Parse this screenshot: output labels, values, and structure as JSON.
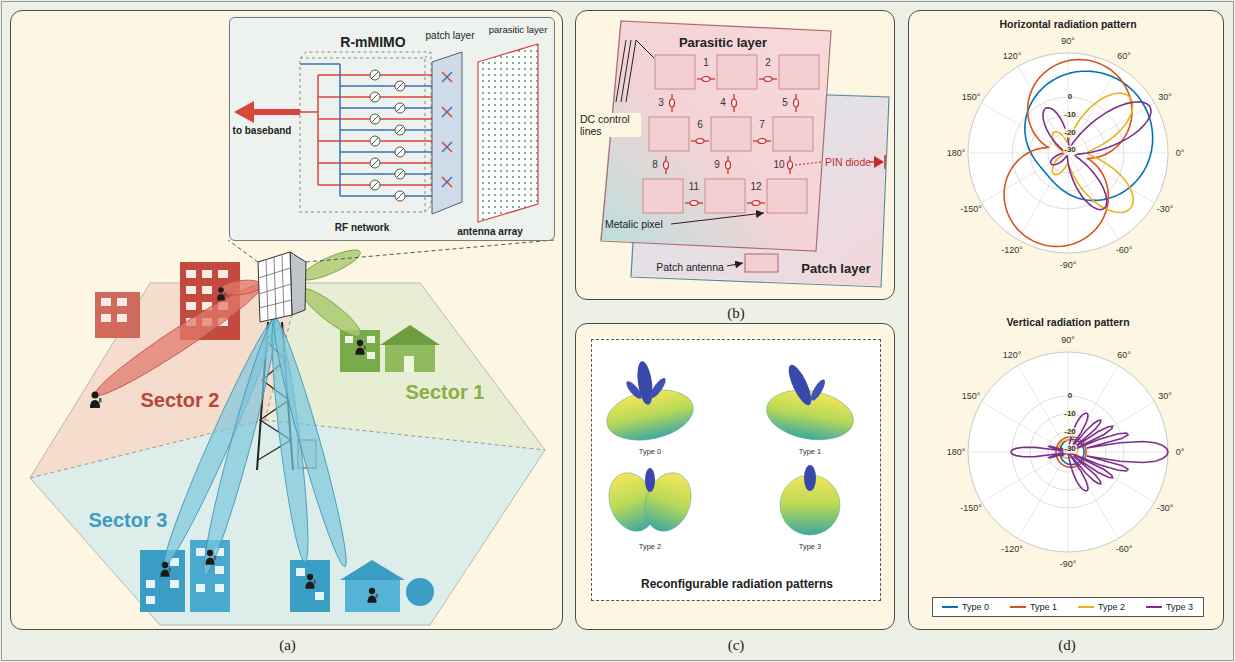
{
  "diagram": {
    "nodes": [
      {
        "text": [
          "(a)"
        ]
      },
      {
        "text": [
          "R-mMIMO"
        ],
        "in": 0
      },
      {
        "text": [
          "(b)"
        ]
      },
      {
        "text": [
          "Parasitic layer"
        ],
        "in": 2
      },
      {
        "text": [
          "Patch layer"
        ],
        "in": 2
      },
      {
        "text": [
          "(c)"
        ]
      },
      {
        "text": [
          "Reconfigurable radiation patterns"
        ],
        "in": 5
      },
      {
        "text": [
          "(d)"
        ]
      }
    ],
    "labels": [
      "patch layer",
      "parasitic layer",
      "to baseband",
      "RF network",
      "antenna array",
      "Sector 2",
      "Sector 1",
      "Sector 3",
      "DC control lines",
      "1",
      "2",
      "3",
      "4",
      "5",
      "6",
      "7",
      "8",
      "9",
      "10",
      "11",
      "12",
      "PIN diode",
      "Metalic pixel",
      "Patch antenna",
      "Type 0",
      "Type 1",
      "Type 2",
      "Type 3",
      "Horizontal radiation pattern",
      "90°",
      "60°",
      "30°",
      "0°",
      "-30°",
      "-60°",
      "-90°",
      "-120°",
      "-150°",
      "180°",
      "150°",
      "120°",
      "0",
      "-10",
      "-20",
      "-30",
      "Vertical radiation pattern",
      "90°",
      "60°",
      "30°",
      "0°",
      "-30°",
      "-60°",
      "-90°",
      "-120°",
      "-150°",
      "180°",
      "150°",
      "120°",
      "0",
      "-10",
      "-20",
      "-30"
    ],
    "legend": [
      {
        "text": "Type 0"
      },
      {
        "text": "Type 1"
      },
      {
        "text": "Type 2"
      },
      {
        "text": "Type 3"
      }
    ]
  }
}
